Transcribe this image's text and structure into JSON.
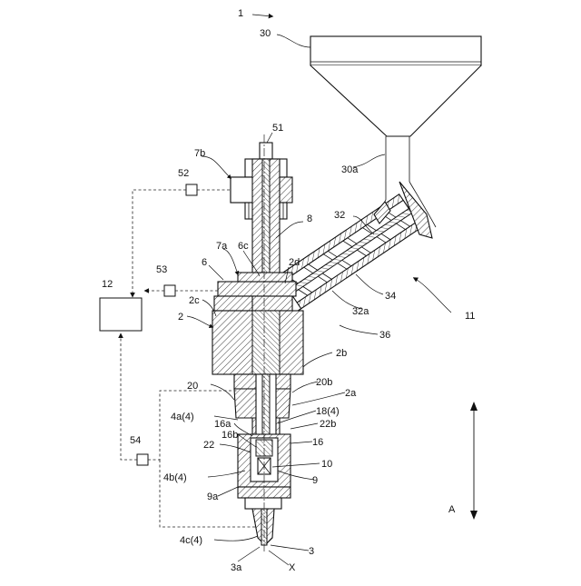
{
  "figure": {
    "labels": {
      "device": "1",
      "hopper": "30",
      "hopper_outlet": "30a",
      "sensor_top": "51",
      "piston": "7b",
      "sensor_52": "52",
      "screw_housing": "32",
      "rod": "8",
      "block_7a": "7a",
      "plate_6": "6",
      "part_6c": "6c",
      "part_2d": "2d",
      "sensor_53": "53",
      "controller": "12",
      "part_2c": "2c",
      "body_2": "2",
      "screw_34": "34",
      "housing_32a": "32a",
      "unit_11": "11",
      "part_36": "36",
      "part_2b": "2b",
      "part_20": "20",
      "part_20b": "20b",
      "part_2a": "2a",
      "part_4a": "4a(4)",
      "part_18": "18(4)",
      "part_16a": "16a",
      "part_22b": "22b",
      "part_16b": "16b",
      "part_16": "16",
      "part_22": "22",
      "sensor_54": "54",
      "part_10": "10",
      "part_4b": "4b(4)",
      "part_9": "9",
      "part_9a": "9a",
      "part_4c": "4c(4)",
      "nozzle_3": "3",
      "part_3a": "3a",
      "axis_x": "X",
      "direction_a": "A"
    }
  }
}
